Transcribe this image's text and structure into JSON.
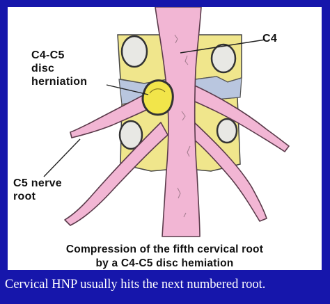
{
  "figure": {
    "labels": {
      "c4": "C4",
      "herniation": [
        "C4-C5",
        "disc",
        "herniation"
      ],
      "nerve_root": [
        "C5 nerve",
        "root"
      ]
    },
    "caption": [
      "Compression of the fifth cervical root",
      "by a C4-C5 disc hemiation"
    ],
    "colors": {
      "vertebra": "#f0e68c",
      "nerve": "#f2b6d4",
      "disc": "#f2e54a",
      "outline": "#333333"
    }
  },
  "slide_text": "Cervical HNP usually hits the next numbered root.",
  "colors": {
    "background": "#1616ab",
    "panel": "#ffffff"
  }
}
